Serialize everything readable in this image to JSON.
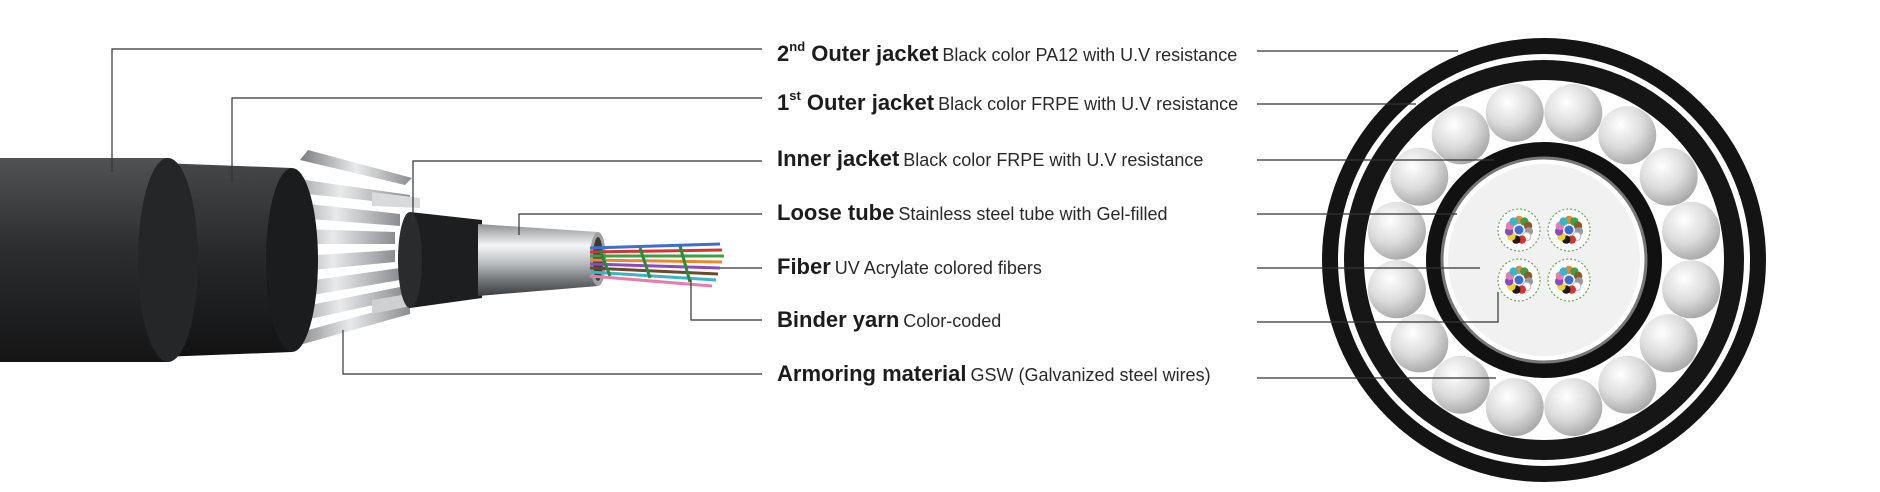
{
  "colors": {
    "jacket": "#2e2f31",
    "jacket_dark": "#1e1f20",
    "steel": "#c8cacc",
    "leader": "#333333",
    "text": "#1c1c1c"
  },
  "labels": [
    {
      "name": "2",
      "sup": "nd",
      "name_rest": " Outer jacket",
      "desc": "Black color PA12 with U.V resistance"
    },
    {
      "name": "1",
      "sup": "st",
      "name_rest": " Outer jacket",
      "desc": "Black color FRPE with U.V resistance"
    },
    {
      "name": "Inner jacket",
      "sup": "",
      "name_rest": "",
      "desc": "Black color FRPE with U.V resistance"
    },
    {
      "name": "Loose tube",
      "sup": "",
      "name_rest": "",
      "desc": "Stainless steel tube with Gel-filled"
    },
    {
      "name": "Fiber",
      "sup": "",
      "name_rest": "",
      "desc": "UV Acrylate colored fibers"
    },
    {
      "name": "Binder yarn",
      "sup": "",
      "name_rest": "",
      "desc": "Color-coded"
    },
    {
      "name": "Armoring material",
      "sup": "",
      "name_rest": "",
      "desc": "GSW (Galvanized steel wires)"
    }
  ],
  "fiber_colors": [
    "#3b6fd1",
    "#e8892c",
    "#3aa14a",
    "#8b5a2b",
    "#9a9a9a",
    "#ffffff",
    "#d6342c",
    "#1a1a1a",
    "#f2d22e",
    "#8a4bc2",
    "#e97bb0",
    "#38b6c9"
  ]
}
